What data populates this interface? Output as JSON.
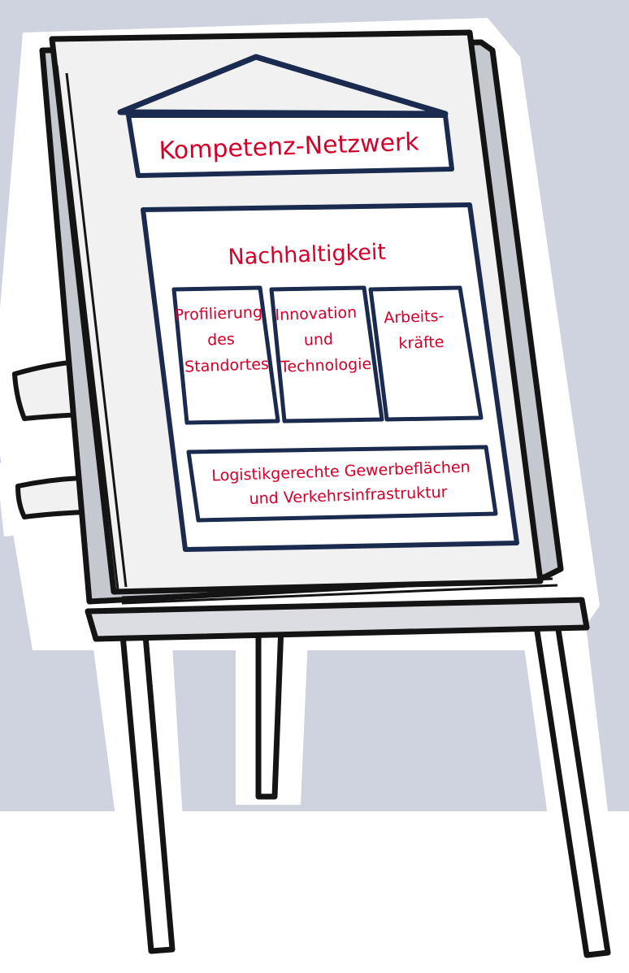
{
  "colors": {
    "wall": "#cfd2df",
    "floor": "#ffffff",
    "ink": "#141414",
    "navy": "#1b2a4f",
    "red": "#d4002a",
    "paper": "#f1f1f2",
    "shadow": "#c6c8cf"
  },
  "chart": {
    "roof_title": "Kompetenz-Netzwerk",
    "body_title": "Nachhaltigkeit",
    "pillars": [
      {
        "lines": [
          "Profilierung",
          "des",
          "Standortes"
        ]
      },
      {
        "lines": [
          "Innovation",
          "und",
          "Technologie"
        ]
      },
      {
        "lines": [
          "Arbeits-",
          "kräfte"
        ]
      }
    ],
    "foundation": [
      "Logistikgerechte Gewerbeflächen",
      "und Verkehrsinfrastruktur"
    ]
  }
}
